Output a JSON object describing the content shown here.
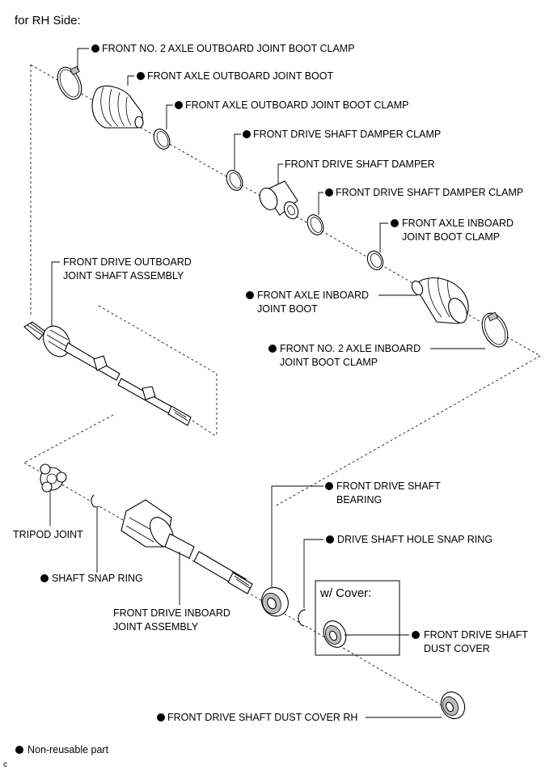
{
  "header": {
    "title": "for RH Side:"
  },
  "parts": [
    {
      "id": "p1",
      "label": "FRONT NO. 2 AXLE OUTBOARD JOINT BOOT CLAMP",
      "non_reusable": true
    },
    {
      "id": "p2",
      "label": "FRONT AXLE OUTBOARD JOINT BOOT",
      "non_reusable": true
    },
    {
      "id": "p3",
      "label": "FRONT AXLE OUTBOARD JOINT BOOT CLAMP",
      "non_reusable": true
    },
    {
      "id": "p4",
      "label": "FRONT DRIVE SHAFT DAMPER CLAMP",
      "non_reusable": true
    },
    {
      "id": "p5",
      "label": "FRONT DRIVE SHAFT DAMPER",
      "non_reusable": false
    },
    {
      "id": "p6",
      "label": "FRONT DRIVE SHAFT DAMPER CLAMP",
      "non_reusable": true
    },
    {
      "id": "p7",
      "lines": [
        "FRONT AXLE INBOARD",
        "JOINT BOOT CLAMP"
      ],
      "non_reusable": true
    },
    {
      "id": "p8",
      "lines": [
        "FRONT DRIVE OUTBOARD",
        "JOINT SHAFT ASSEMBLY"
      ],
      "non_reusable": false
    },
    {
      "id": "p9",
      "lines": [
        "FRONT AXLE INBOARD",
        "JOINT BOOT"
      ],
      "non_reusable": true
    },
    {
      "id": "p10",
      "lines": [
        "FRONT NO. 2 AXLE INBOARD",
        "JOINT BOOT CLAMP"
      ],
      "non_reusable": true
    },
    {
      "id": "p11",
      "lines": [
        "FRONT DRIVE SHAFT",
        "BEARING"
      ],
      "non_reusable": true
    },
    {
      "id": "p12",
      "label": "TRIPOD JOINT",
      "non_reusable": false
    },
    {
      "id": "p13",
      "label": "DRIVE SHAFT HOLE SNAP RING",
      "non_reusable": true
    },
    {
      "id": "p14",
      "label": "SHAFT SNAP RING",
      "non_reusable": true
    },
    {
      "id": "p15",
      "lines": [
        "FRONT DRIVE INBOARD",
        "JOINT ASSEMBLY"
      ],
      "non_reusable": false
    },
    {
      "id": "p16",
      "lines": [
        "FRONT DRIVE SHAFT",
        "DUST COVER"
      ],
      "non_reusable": true
    },
    {
      "id": "p17",
      "label": "FRONT DRIVE SHAFT DUST COVER RH",
      "non_reusable": true
    }
  ],
  "cover_box": {
    "title": "w/ Cover:"
  },
  "legend": {
    "label": "Non-reusable part",
    "symbol": "filled-circle"
  },
  "footer_code": "c"
}
